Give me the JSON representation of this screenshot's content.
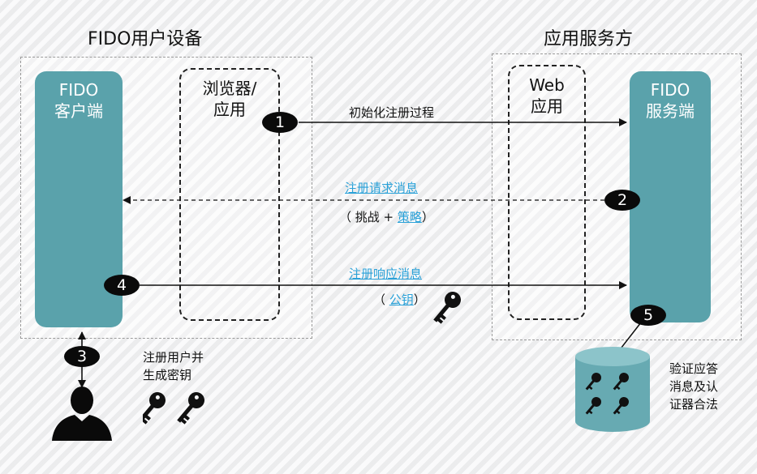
{
  "groups": {
    "left_title": "FIDO用户设备",
    "right_title": "应用服务方"
  },
  "boxes": {
    "fido_client": [
      "FIDO",
      "客户端"
    ],
    "browser_app": [
      "浏览器/",
      "应用"
    ],
    "web_app": [
      "Web",
      "应用"
    ],
    "fido_server": [
      "FIDO",
      "服务端"
    ]
  },
  "steps": {
    "s1": "1",
    "s2": "2",
    "s3": "3",
    "s4": "4",
    "s5": "5"
  },
  "messages": {
    "m1": "初始化注册过程",
    "m2_link": "注册请求消息",
    "m2_sub_open": "（ 挑战 + ",
    "m2_sub_link": "策略",
    "m2_sub_close": "）",
    "m4_link": "注册响应消息",
    "m4_sub_open": "（ ",
    "m4_sub_link": "公钥",
    "m4_sub_close": "）"
  },
  "notes": {
    "user_keys": [
      "注册用户并",
      "生成密钥"
    ],
    "verify": [
      "验证应答",
      "消息及认",
      "证器合法"
    ]
  },
  "icons": {
    "user": "user-silhouette-icon",
    "key": "key-icon",
    "database": "database-icon"
  },
  "colors": {
    "pillar": "#5aa2ab",
    "link": "#2aa1d8",
    "database": "#67aab2"
  }
}
